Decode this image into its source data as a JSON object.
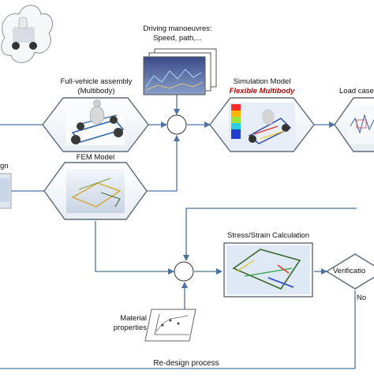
{
  "driving": {
    "line1": "Driving manoeuvres:",
    "line2": "Speed, path,..."
  },
  "full_vehicle": {
    "line1": "Full-vehicle assembly",
    "line2": "(Multibody)"
  },
  "simulation": {
    "line1": "Simulation Model",
    "line2": "Flexible Multibody"
  },
  "load_cases": {
    "label": "Load case"
  },
  "design": {
    "label": "gn"
  },
  "fem": {
    "label": "FEM Model"
  },
  "stress": {
    "label": "Stress/Strain Calculation"
  },
  "verification": {
    "label": "Verificatio",
    "no_label": "No"
  },
  "material": {
    "line1": "Material",
    "line2": "properties"
  },
  "redesign": {
    "label": "Re-design process"
  },
  "colors": {
    "line": "#4a74a8",
    "frame": "#5a6a7a",
    "accent_red": "#c00000"
  }
}
